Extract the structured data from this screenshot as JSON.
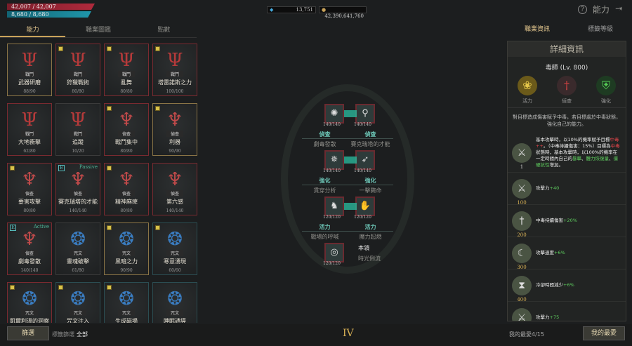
{
  "status": {
    "hp": "42,007 / 42,007",
    "mp": "8,680 / 8,680",
    "gems": "13,751",
    "gold": "42,390,641,760"
  },
  "header": {
    "title": "能力",
    "help_icon": "?",
    "exit_icon": "exit"
  },
  "left_tabs": [
    "能力",
    "職業圖鑑",
    "點數"
  ],
  "cards": [
    {
      "cat": "戰鬥",
      "name": "武器研磨",
      "lv": "88/90",
      "style": "gold",
      "star": false,
      "icon": "trident"
    },
    {
      "cat": "戰鬥",
      "name": "狩獵戰術",
      "lv": "80/80",
      "style": "red",
      "star": true,
      "icon": "trident"
    },
    {
      "cat": "戰鬥",
      "name": "亂舞",
      "lv": "80/80",
      "style": "red",
      "star": true,
      "icon": "trident"
    },
    {
      "cat": "戰鬥",
      "name": "塔雷諾斯之力",
      "lv": "100/100",
      "style": "red",
      "star": true,
      "icon": "trident"
    },
    {
      "cat": "戰鬥",
      "name": "大地衝擊",
      "lv": "62/80",
      "style": "red",
      "star": false,
      "icon": "trident"
    },
    {
      "cat": "戰鬥",
      "name": "追蹤",
      "lv": "10/20",
      "style": "",
      "star": false,
      "icon": "trident"
    },
    {
      "cat": "偵查",
      "name": "戰鬥集中",
      "lv": "80/80",
      "style": "red",
      "star": true,
      "icon": "dagger"
    },
    {
      "cat": "偵查",
      "name": "利器",
      "lv": "90/90",
      "style": "gold",
      "star": true,
      "icon": "dagger"
    },
    {
      "cat": "偵查",
      "name": "要害攻擊",
      "lv": "80/80",
      "style": "red",
      "star": true,
      "icon": "dagger"
    },
    {
      "cat": "偵查",
      "name": "賽克瑞塔的才能",
      "lv": "140/140",
      "style": "red",
      "star": false,
      "icon": "dagger",
      "tag": "E",
      "tag2": "Passive"
    },
    {
      "cat": "偵查",
      "name": "精神麻痺",
      "lv": "80/80",
      "style": "red",
      "star": true,
      "icon": "dagger"
    },
    {
      "cat": "偵查",
      "name": "第六感",
      "lv": "140/140",
      "style": "red",
      "star": false,
      "icon": "dagger"
    },
    {
      "cat": "偵查",
      "name": "劇毒發散",
      "lv": "140/140",
      "style": "red",
      "star": false,
      "icon": "dagger",
      "tag": "E",
      "tag2": "Active"
    },
    {
      "cat": "咒文",
      "name": "靈魂破擊",
      "lv": "61/80",
      "style": "",
      "star": false,
      "icon": "spiral"
    },
    {
      "cat": "咒文",
      "name": "黑暗之力",
      "lv": "90/90",
      "style": "gold",
      "star": true,
      "icon": "spiral"
    },
    {
      "cat": "咒文",
      "name": "寒意湧現",
      "lv": "60/60",
      "style": "teal",
      "star": true,
      "icon": "spiral"
    },
    {
      "cat": "咒文",
      "name": "凱爾利溫的洞察",
      "lv": "",
      "style": "red",
      "star": true,
      "icon": "spiral"
    },
    {
      "cat": "咒文",
      "name": "咒文注入",
      "lv": "",
      "style": "teal",
      "star": true,
      "icon": "spiral"
    },
    {
      "cat": "咒文",
      "name": "生成磁場",
      "lv": "",
      "style": "teal",
      "star": true,
      "icon": "spiral"
    },
    {
      "cat": "咒文",
      "name": "睡眠誘導",
      "lv": "",
      "style": "teal",
      "star": false,
      "icon": "spiral"
    }
  ],
  "tree": [
    {
      "types": [
        "偵查",
        "偵查"
      ],
      "skills": [
        "劇毒發散",
        "賽克瑞塔的才能"
      ],
      "counts": [
        "140/140",
        "140/140"
      ]
    },
    {
      "types": [
        "強化",
        "強化"
      ],
      "skills": [
        "貫穿分析",
        "一擊斃命"
      ],
      "counts": [
        "140/140",
        "140/140"
      ]
    },
    {
      "types": [
        "活力",
        "活力"
      ],
      "skills": [
        "戰場的呼喊",
        "魔力起燃"
      ],
      "counts": [
        "120/120",
        "120/120"
      ]
    },
    {
      "types": [
        "本領"
      ],
      "skills": [
        "時光倒流"
      ],
      "counts": [
        "120/120"
      ]
    }
  ],
  "tier": "IV",
  "right_tabs": [
    "職業資訊",
    "標籤等級"
  ],
  "detail": {
    "title": "詳細資訊",
    "class": "毒師 (Lv. 800)",
    "attrs": [
      "活力",
      "偵查",
      "強化"
    ],
    "description": "對目標造成傷害賦予中毒，若目標處於中毒狀態，強化自己的能力。",
    "main_level": "1",
    "main_1": "基本攻擊時，以10%的機率賦予目標",
    "main_poison": "中毒++",
    "main_2": "。（中毒持續傷害：15%）目標為",
    "main_poison2": "中毒",
    "main_3": "狀態時，基本攻擊時，以100%的機率在一定時間內自己的",
    "main_g1": "暴擊",
    "main_sep1": "、",
    "main_g2": "體力恢復量",
    "main_sep2": "、",
    "main_g3": "僵硬抗性",
    "main_4": "增加。",
    "perks": [
      {
        "level": "100",
        "label": "攻擊力",
        "value": "+40"
      },
      {
        "level": "200",
        "label": "中毒持續傷害",
        "value": "+20%"
      },
      {
        "level": "300",
        "label": "攻擊速度",
        "value": "+6%"
      },
      {
        "level": "400",
        "label": "冷卻時間減少",
        "value": "+6%"
      },
      {
        "level": "",
        "label": "攻擊力",
        "value": "+75"
      }
    ]
  },
  "bottom": {
    "filter": "篩選",
    "tag_filter": "標籤篩選",
    "tag_value": "全部",
    "favorites_count": "我的最愛4/15",
    "favorites_button": "我的最愛"
  },
  "colors": {
    "accent": "#c9a35a",
    "teal": "#2bb59a",
    "hp": "#b02a3c",
    "mp": "#1f96aa"
  }
}
